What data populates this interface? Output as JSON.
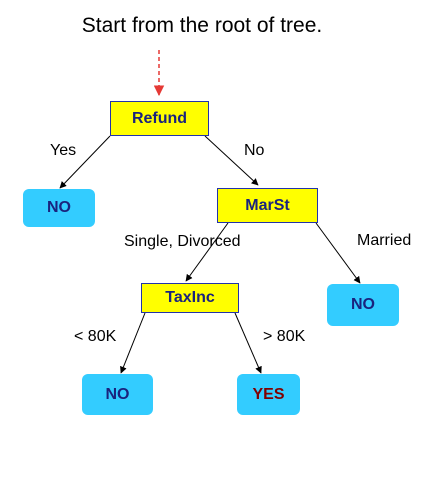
{
  "caption": "Start from the root of tree.",
  "nodes": {
    "refund": "Refund",
    "marst": "MarSt",
    "taxinc": "TaxInc",
    "leaf_refund_yes": "NO",
    "leaf_married": "NO",
    "leaf_taxinc_low": "NO",
    "leaf_taxinc_high": "YES"
  },
  "edges": {
    "refund_yes": "Yes",
    "refund_no": "No",
    "marst_single_divorced": "Single, Divorced",
    "marst_married": "Married",
    "taxinc_low": "< 80K",
    "taxinc_high": "> 80K"
  },
  "colors": {
    "attribute_node_fill": "#ffff00",
    "attribute_node_border": "#2233aa",
    "leaf_fill": "#33ccff",
    "start_arrow": "#e53935"
  }
}
